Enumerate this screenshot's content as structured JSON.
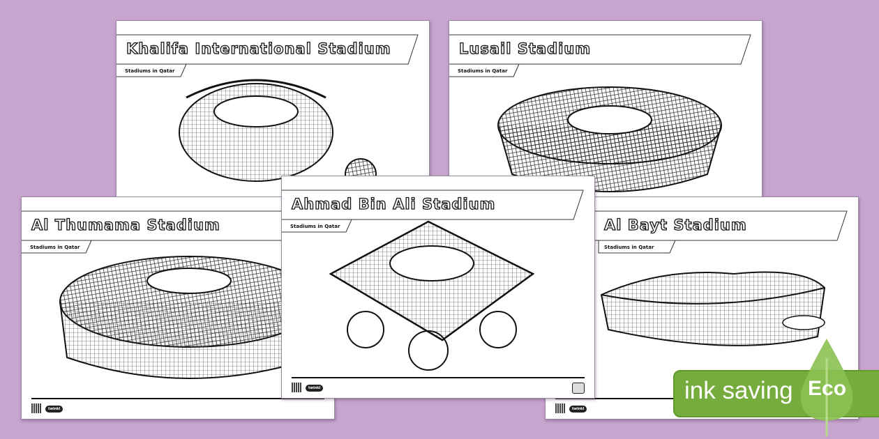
{
  "subtitle": "Stadiums in Qatar",
  "footer_logo": "twinkl",
  "pages": [
    {
      "title": "Khalifa International Stadium"
    },
    {
      "title": "Lusail Stadium"
    },
    {
      "title": "Al Thumama Stadium"
    },
    {
      "title": "Al Bayt Stadium"
    },
    {
      "title": "Ahmad Bin Ali Stadium"
    }
  ],
  "eco_badge": {
    "text": "ink saving",
    "label": "Eco",
    "color": "#76ab3d"
  },
  "colors": {
    "background": "#c8a5cf"
  }
}
